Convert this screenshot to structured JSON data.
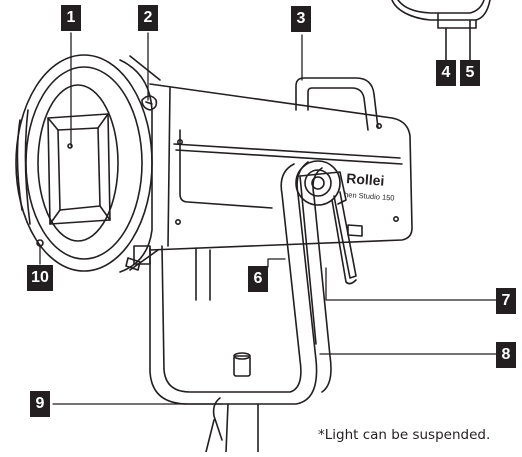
{
  "callouts": [
    {
      "id": "1",
      "label": "1"
    },
    {
      "id": "2",
      "label": "2"
    },
    {
      "id": "3",
      "label": "3"
    },
    {
      "id": "4",
      "label": "4"
    },
    {
      "id": "5",
      "label": "5"
    },
    {
      "id": "6",
      "label": "6"
    },
    {
      "id": "7",
      "label": "7"
    },
    {
      "id": "8",
      "label": "8"
    },
    {
      "id": "9",
      "label": "9"
    },
    {
      "id": "10",
      "label": "10"
    }
  ],
  "product": {
    "brand": "Rollei",
    "model": "hen Studio 150"
  },
  "footnote": "*Light can be suspended.",
  "colors": {
    "ink": "#231f20",
    "background": "#ffffff"
  }
}
